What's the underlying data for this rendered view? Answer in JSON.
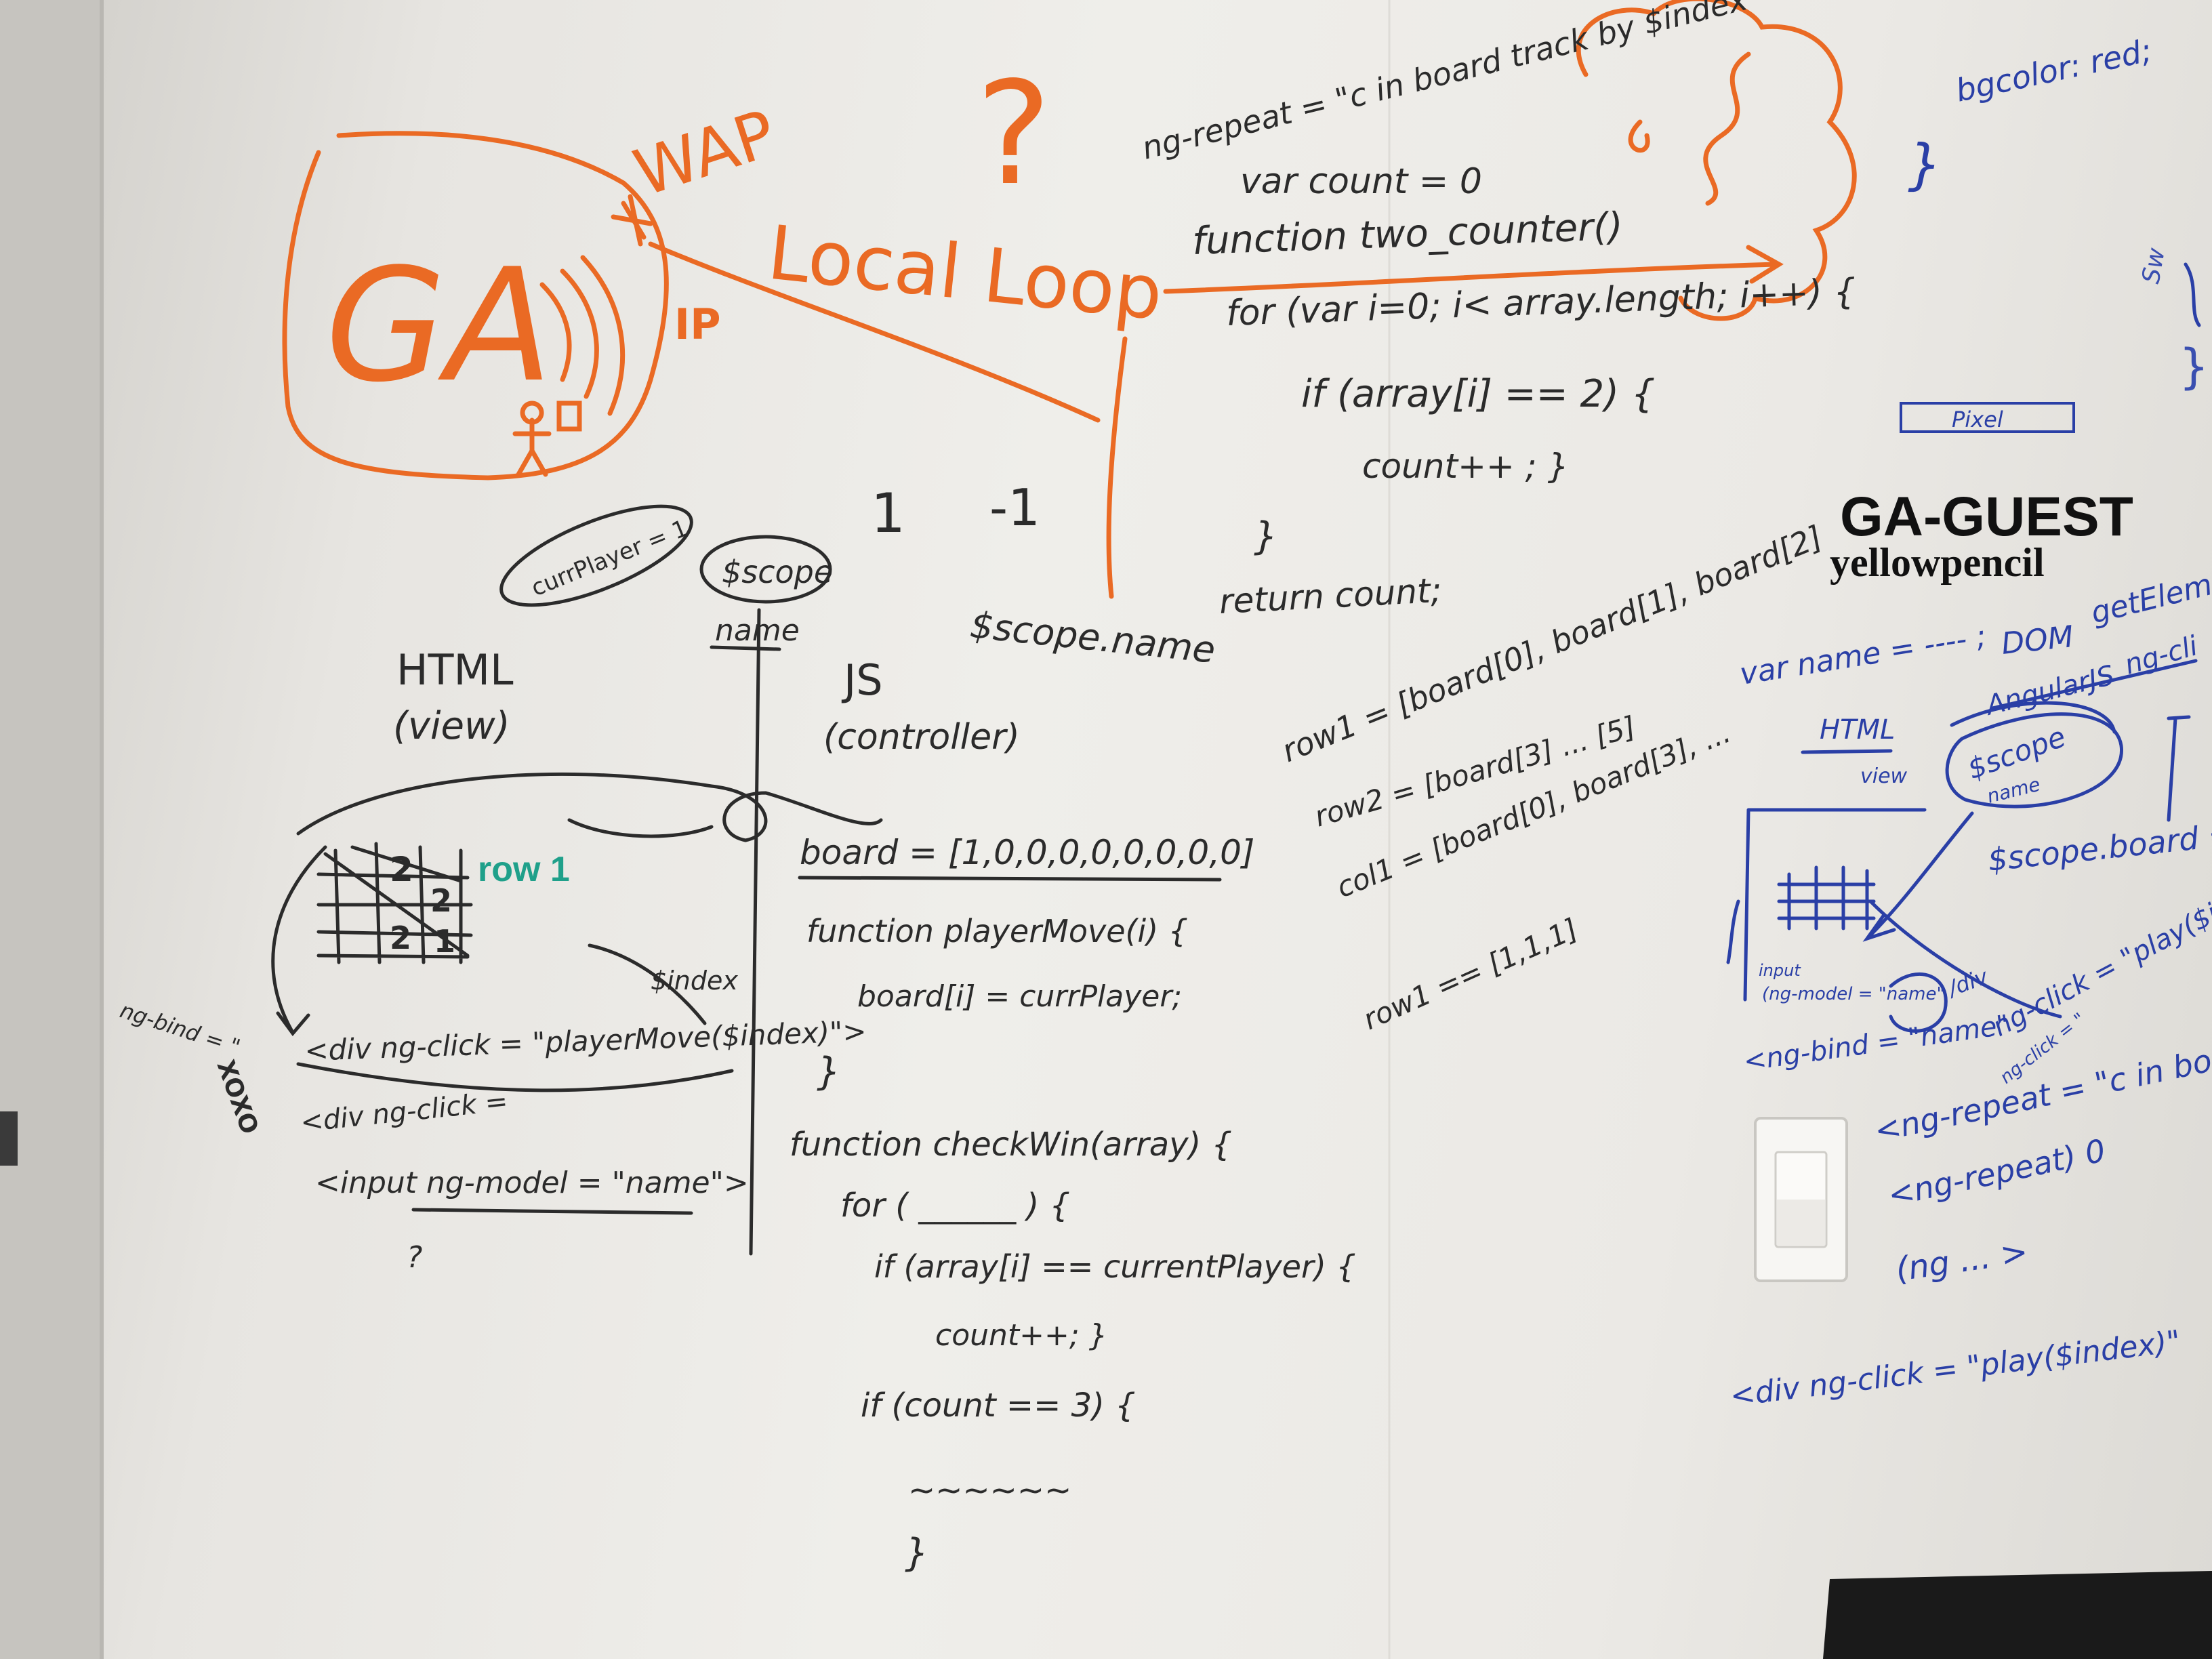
{
  "colors": {
    "board": "#ebe9e5",
    "orange": "#ea6a24",
    "black": "#2b2b2b",
    "blue": "#2a3fa6",
    "teal": "#1fa08a",
    "sign": "#111111"
  },
  "orange_notes": {
    "ga": "GA",
    "wap": "WAP",
    "local_loop": "Local Loop",
    "question": "?",
    "ip": "IP"
  },
  "code_top_right": [
    "ng-repeat = \"c in board track by $index",
    "var count = 0",
    "function two_counter()",
    "for (var i=0; i< array.length; i++) {",
    "if (array[i] == 2) {",
    "count++ ; }",
    "}",
    "return count;"
  ],
  "marks": {
    "one": "1",
    "minus_one": "-1"
  },
  "mvc": {
    "curr_player": "currPlayer = 1",
    "scope": "$scope",
    "name": "name",
    "scope_name": "$scope.name",
    "html": "HTML",
    "view": "(view)",
    "js": "JS",
    "controller": "(controller)",
    "row1": "row 1",
    "index": "$index"
  },
  "grid_marks": [
    "2",
    "2",
    "2",
    "1"
  ],
  "html_code": [
    "<div ng-click = \"playerMove($index)\">",
    "<div ng-click =",
    "<input ng-model = \"name\">",
    "?"
  ],
  "ng_bind": "ng-bind = \"",
  "xoxo": "XOXO",
  "js_code": [
    "board = [1,0,0,0,0,0,0,0,0]",
    "function playerMove(i) {",
    "board[i] = currPlayer;",
    "}",
    "function checkWin(array) {",
    "for ( ______ ) {",
    "if (array[i] == currentPlayer) {",
    "count++; }",
    "if (count == 3) {",
    "~~~~~~",
    "}"
  ],
  "rows_cols": [
    "row1 = [board[0], board[1], board[2]",
    "row2 = [board[3] ...      [5]",
    "col1 = [board[0], board[3], ...",
    "row1 == [1,1,1]"
  ],
  "blue_notes": {
    "bgcolor": "bgcolor: red;",
    "brace": "}",
    "var_name": "var name = ---- ;",
    "dom": "DOM",
    "get_elem": "getElem",
    "angularjs": "AngularJS",
    "ng_cli": "ng-cli",
    "html": "HTML",
    "view": "view",
    "scope": "$scope",
    "name": "name",
    "scope_board": "$scope.board = [",
    "input": "input",
    "ng_model": "(ng-model = \"name\"",
    "div": "/div",
    "ng_bind_name": "<ng-bind = \"name\"",
    "ng_click_play": "ng-click = \"play($index",
    "ng_click_small": "ng-click = \"",
    "ng_repeat_1": "<ng-repeat = \"c in boa",
    "ng_repeat_2": "<ng-repeat) 0",
    "ng_dots": "(ng ... >",
    "div_click": "<div ng-click = \"play($index)\""
  },
  "sign": {
    "title": "GA-GUEST",
    "subtitle": "yellowpencil"
  },
  "side_text": {
    "top": "Sw",
    "mid": "}",
    "box": "Pixel"
  }
}
